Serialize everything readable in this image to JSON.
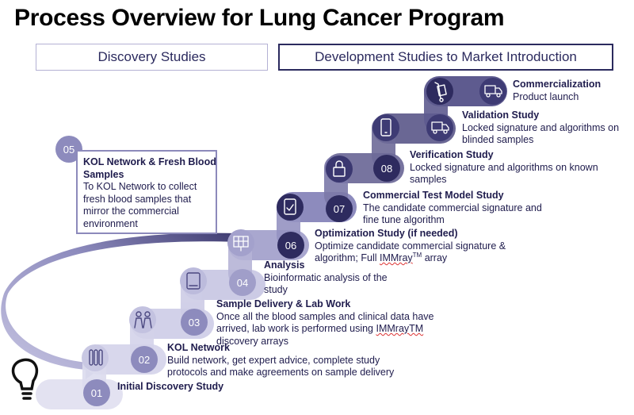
{
  "title": "Process Overview for Lung Cancer Program",
  "phases": {
    "discovery": "Discovery Studies",
    "development": "Development Studies to Market Introduction"
  },
  "steps": [
    {
      "num": "01",
      "title": "Initial Discovery Study",
      "desc": [],
      "icon": "lightbulb-icon"
    },
    {
      "num": "02",
      "title": "KOL Network",
      "desc": [
        "Build network, get expert advice, complete study",
        "protocols and make agreements on sample delivery"
      ],
      "icon": "test-tubes-icon"
    },
    {
      "num": "03",
      "title": "Sample Delivery & Lab Work",
      "desc": [
        "Once all the blood samples and clinical data have",
        "arrived, lab work is performed using ",
        "discovery arrays"
      ],
      "desc_brand": "IMMrayTM",
      "icon": "people-icon"
    },
    {
      "num": "04",
      "title": "Analysis",
      "desc": [
        "Bioinformatic analysis of the",
        "study"
      ],
      "icon": "printer-icon"
    },
    {
      "num": "06",
      "title": "Optimization Study (if needed)",
      "desc": [
        "Optimize candidate commercial signature &",
        "algorithm; Full ",
        " array"
      ],
      "desc_brand": "IMMray",
      "desc_sup": "TM",
      "icon": "solar-panel-icon"
    },
    {
      "num": "07",
      "title": "Commercial Test Model Study",
      "desc": [
        "The candidate commercial signature and",
        "fine tune algorithm"
      ],
      "icon": "clipboard-icon"
    },
    {
      "num": "08",
      "title": "Verification Study",
      "desc": [
        "Locked signature and algorithms on known",
        "samples"
      ],
      "icon": "lock-icon"
    },
    {
      "num": "",
      "title": "Validation Study",
      "desc": [
        "Locked signature and algorithms on",
        "blinded samples"
      ],
      "icon": "phone-icon"
    },
    {
      "num": "",
      "title": "Commercialization",
      "desc": [
        "Product launch"
      ],
      "icon": "hand-truck-icon"
    }
  ],
  "kol_box": {
    "num": "05",
    "title_line1": "KOL Network & Fresh Blood",
    "title_line2": "Samples",
    "desc": [
      "To KOL Network to collect",
      "fresh blood samples that",
      "mirror the commercial",
      "environment"
    ]
  },
  "colors": {
    "dark_circle": "#2e2b5f",
    "medium_circle": "#8d8bbd",
    "light_step": "#d6d5ea",
    "mid_step": "#a9a7cf",
    "dark_step": "#5e5b8f",
    "text": "#1f1c4d"
  }
}
